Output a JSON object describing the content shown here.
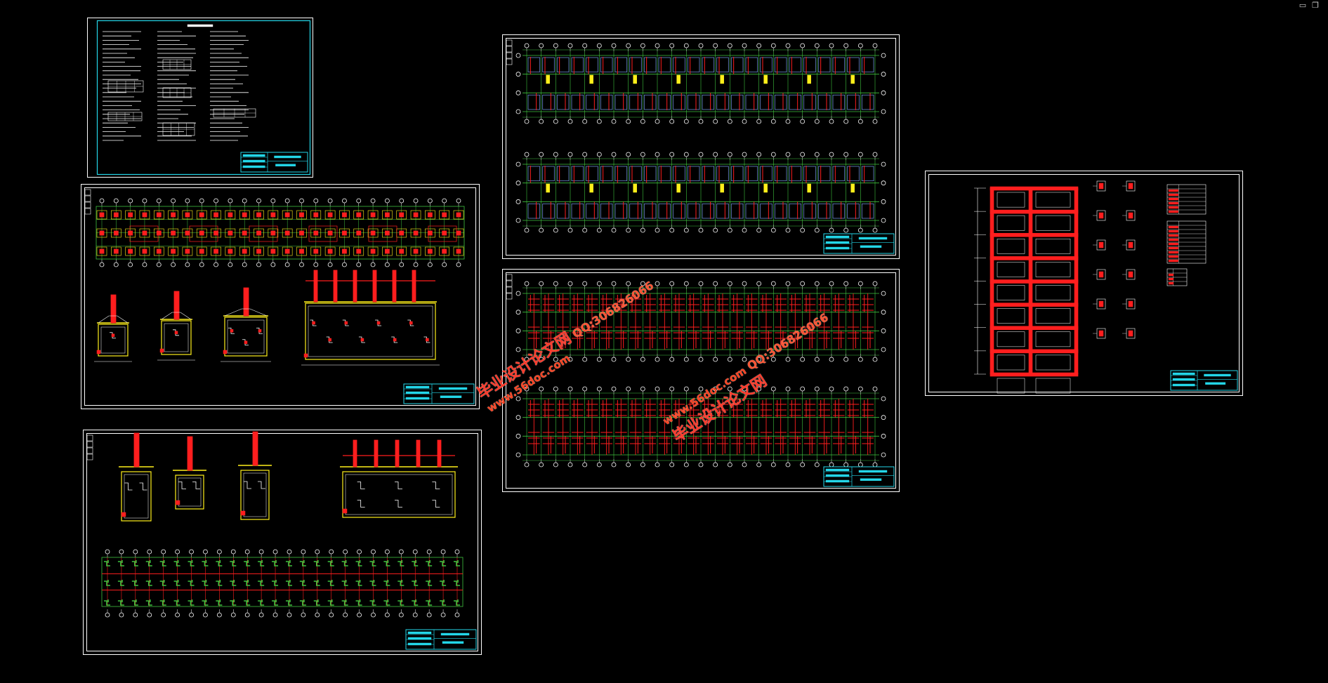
{
  "viewport": {
    "background": "#000000",
    "window_controls": {
      "minimize_label": "▭",
      "restore_label": "❐"
    }
  },
  "colors": {
    "frame": "#ffffff",
    "cyan": "#23d6e8",
    "grid_green": "#3fc33f",
    "rebar_red": "#ff1e1e",
    "yellow": "#ffef1a",
    "wall_blue": "#6a8cd0",
    "watermark_red": "#ff3322"
  },
  "sheets": [
    {
      "id": "design-notes",
      "kind": "notes"
    },
    {
      "id": "foundation-plan",
      "kind": "foundation"
    },
    {
      "id": "foundation-detail",
      "kind": "foundation-detail"
    },
    {
      "id": "floor-plans",
      "kind": "plans"
    },
    {
      "id": "slab-rebar",
      "kind": "rebar"
    },
    {
      "id": "frame-elevation",
      "kind": "elevation"
    }
  ],
  "watermarks": [
    {
      "cn": "毕业设计论文网",
      "qq": "QQ:306826066",
      "url": "www.56doc.com"
    },
    {
      "cn": "毕业设计论文网",
      "qq": "QQ:306826066",
      "url": "www.56doc.com"
    }
  ]
}
